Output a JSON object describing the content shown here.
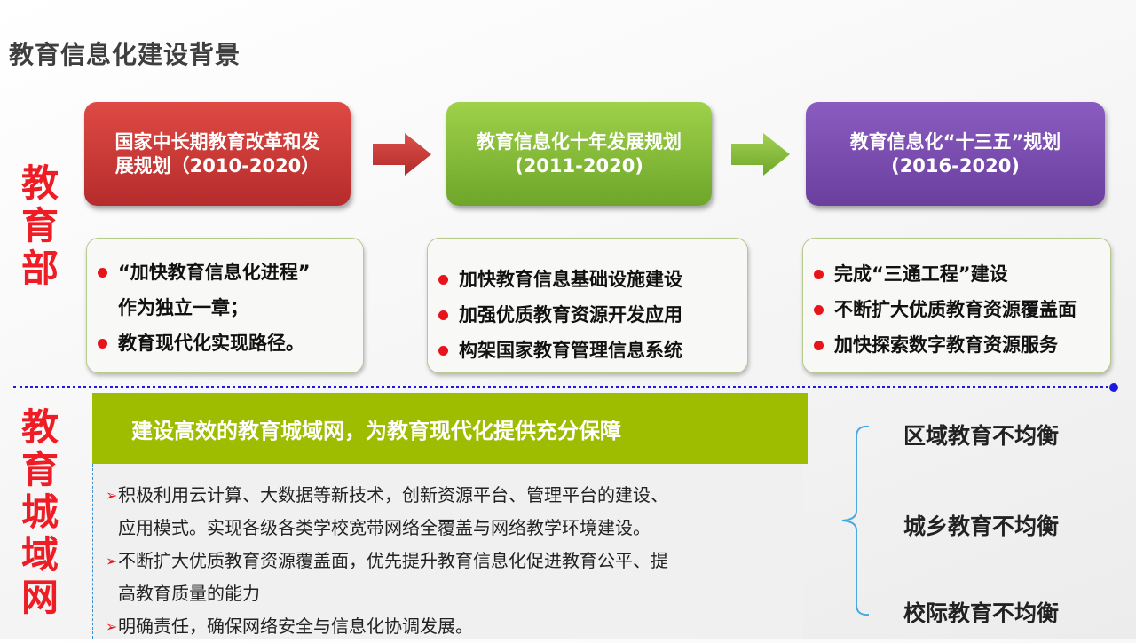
{
  "title": "教育信息化建设背景",
  "section1": {
    "label": [
      "教",
      "育",
      "部"
    ],
    "plans": [
      {
        "line1": "国家中长期教育改革和发",
        "line2": "展规划（2010-2020）",
        "color": "#c83634"
      },
      {
        "line1": "教育信息化十年发展规划",
        "line2": "(2011-2020)",
        "color": "#86bc3a"
      },
      {
        "line1": "教育信息化“十三五”规划",
        "line2": "(2016-2020)",
        "color": "#7a4db0"
      }
    ],
    "cards": [
      [
        "“加快教育信息化进程”",
        "作为独立一章；",
        "教育现代化实现路径。"
      ],
      [
        "加快教育信息基础设施建设",
        "加强优质教育资源开发应用",
        "构架国家教育管理信息系统"
      ],
      [
        "完成“三通工程”建设",
        "不断扩大优质教育资源覆盖面",
        "加快探索数字教育资源服务"
      ]
    ]
  },
  "section2": {
    "label": [
      "教",
      "育",
      "城",
      "域",
      "网"
    ],
    "banner": "建设高效的教育城域网，为教育现代化提供充分保障",
    "bullets": [
      {
        "line1": "积极利用云计算、大数据等新技术，创新资源平台、管理平台的建设、",
        "line2": "应用模式。实现各级各类学校宽带网络全覆盖与网络教学环境建设。"
      },
      {
        "line1": "不断扩大优质教育资源覆盖面，优先提升教育信息化促进教育公平、提",
        "line2": "高教育质量的能力"
      },
      {
        "line1": "明确责任，确保网络安全与信息化协调发展。"
      }
    ],
    "imbalances": [
      "区域教育不均衡",
      "城乡教育不均衡",
      "校际教育不均衡"
    ]
  }
}
